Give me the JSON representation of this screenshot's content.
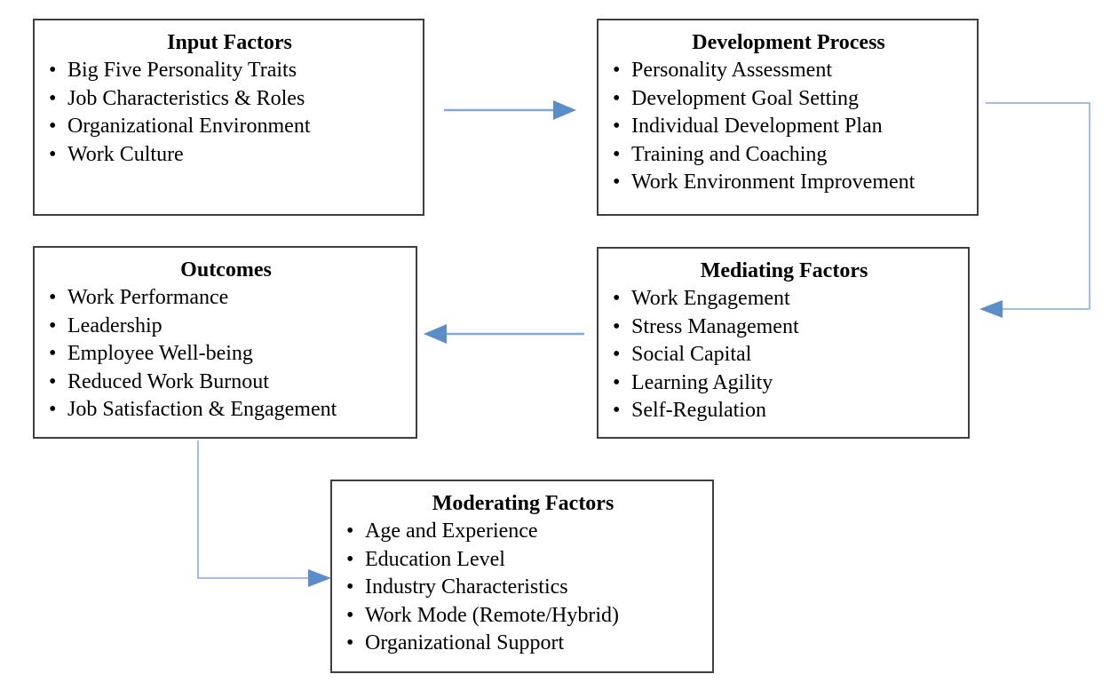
{
  "diagram": {
    "bullet_char": "•",
    "boxes": [
      {
        "id": "input-factors",
        "title": "Input Factors",
        "items": [
          "Big Five Personality Traits",
          "Job Characteristics & Roles",
          "Organizational Environment",
          "Work Culture"
        ]
      },
      {
        "id": "development-process",
        "title": "Development Process",
        "items": [
          "Personality Assessment",
          "Development Goal Setting",
          "Individual Development Plan",
          "Training and Coaching",
          "Work Environment Improvement"
        ]
      },
      {
        "id": "outcomes",
        "title": "Outcomes",
        "items": [
          "Work Performance",
          "Leadership",
          "Employee Well-being",
          "Reduced Work Burnout",
          "Job Satisfaction & Engagement"
        ]
      },
      {
        "id": "mediating-factors",
        "title": "Mediating Factors",
        "items": [
          "Work Engagement",
          "Stress Management",
          "Social Capital",
          "Learning Agility",
          "Self-Regulation"
        ]
      },
      {
        "id": "moderating-factors",
        "title": "Moderating Factors",
        "items": [
          "Age and Experience",
          "Education Level",
          "Industry Characteristics",
          "Work Mode (Remote/Hybrid)",
          "Organizational Support"
        ]
      }
    ],
    "connections": [
      {
        "from": "input-factors",
        "to": "development-process",
        "shape": "straight-right"
      },
      {
        "from": "development-process",
        "to": "mediating-factors",
        "shape": "elbow-right-down"
      },
      {
        "from": "mediating-factors",
        "to": "outcomes",
        "shape": "straight-left"
      },
      {
        "from": "outcomes",
        "to": "moderating-factors",
        "shape": "elbow-down-right"
      }
    ],
    "colors": {
      "background": "#ffffff",
      "box_border": "#3f3f3f",
      "text": "#000000",
      "arrow_line": "#84a7d9",
      "arrow_head": "#5b8dc9"
    }
  }
}
